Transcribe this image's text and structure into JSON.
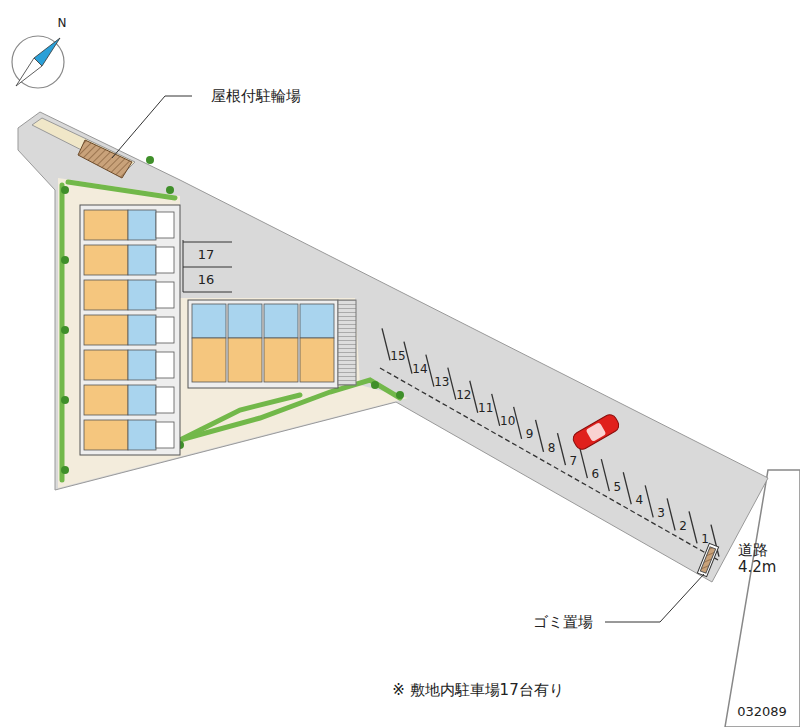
{
  "diagram": {
    "caption": "※ 敷地内駐車場17台有り",
    "labels": [
      "屋根付駐輪場",
      "17",
      "16",
      "15",
      "14",
      "13",
      "12",
      "11",
      "10",
      "9",
      "8",
      "7",
      "6",
      "5",
      "4",
      "3",
      "2",
      "1",
      "道路 4.2m",
      "ゴミ置場",
      "N",
      "032089"
    ]
  }
}
